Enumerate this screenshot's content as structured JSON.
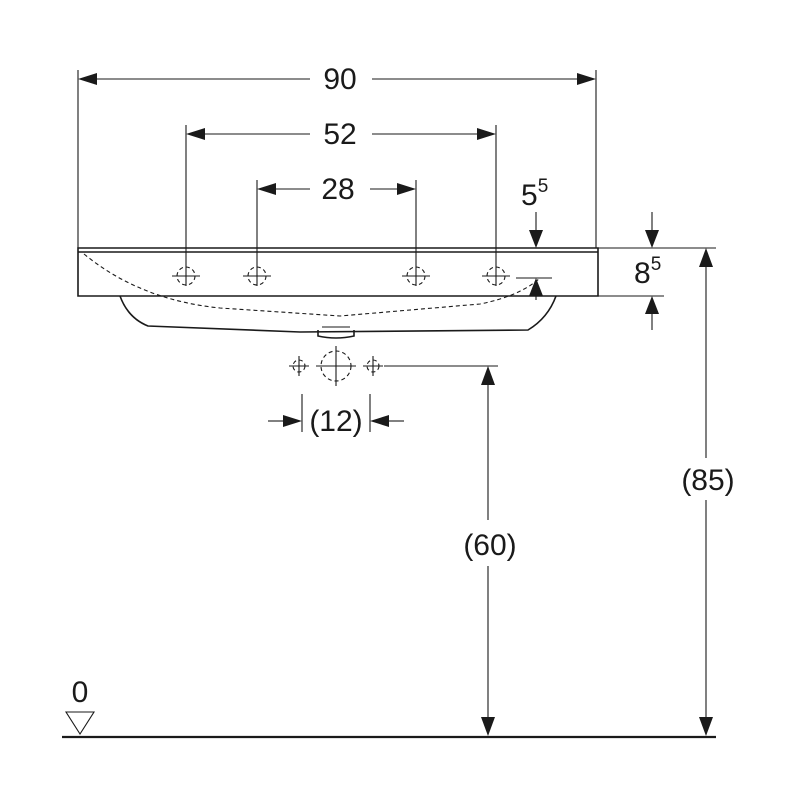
{
  "dimensions": {
    "overall_width": "90",
    "tap_hole_outer": "52",
    "tap_hole_inner": "28",
    "rim_offset_main": "5",
    "rim_offset_sup": "5",
    "rim_height_main": "8",
    "rim_height_sup": "5",
    "waste_offset": "(12)",
    "waste_height": "(60)",
    "total_height": "(85)",
    "floor_level": "0"
  }
}
